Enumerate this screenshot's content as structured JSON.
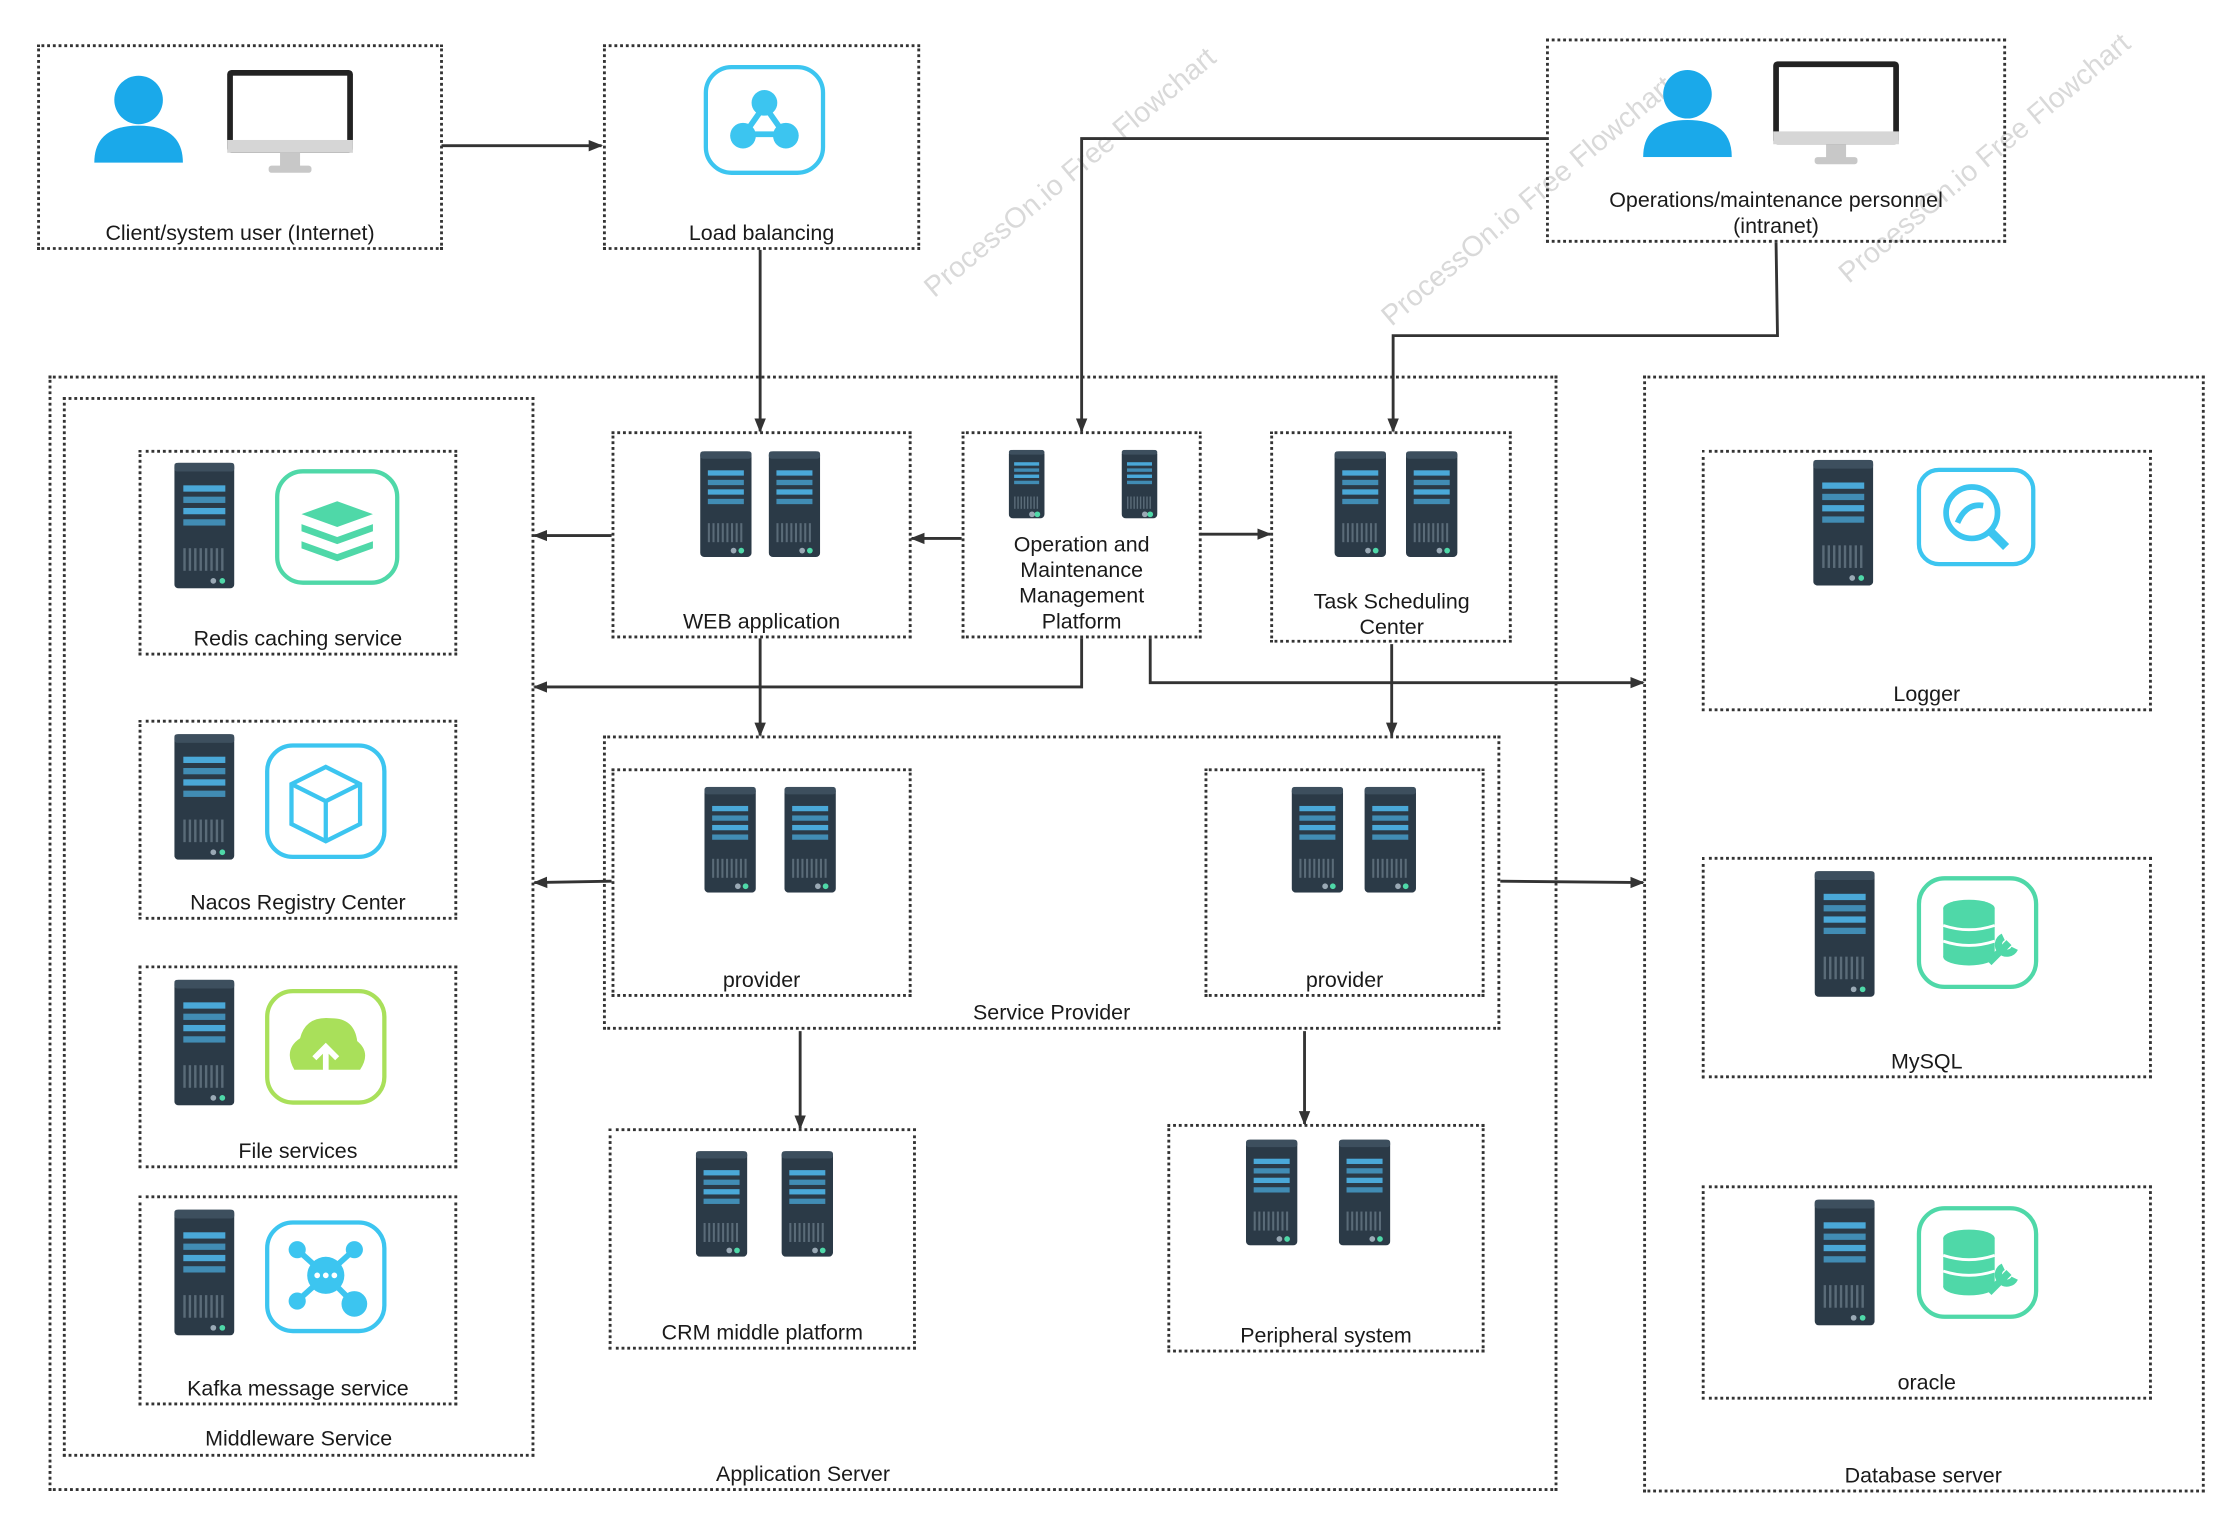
{
  "client": {
    "label": "Client/system user (Internet)"
  },
  "load_balancing": {
    "label": "Load balancing"
  },
  "ops_personnel": {
    "label": "Operations/maintenance personnel (intranet)"
  },
  "web_app": {
    "label": "WEB application"
  },
  "ops_platform": {
    "label": "Operation and Maintenance Management Platform"
  },
  "task_center": {
    "label": "Task Scheduling Center"
  },
  "middleware": {
    "title": "Middleware Service",
    "redis": "Redis caching service",
    "nacos": "Nacos Registry Center",
    "files": "File services",
    "kafka": "Kafka message service"
  },
  "service_provider": {
    "title": "Service Provider",
    "provider_left": "provider",
    "provider_right": "provider"
  },
  "crm": {
    "label": "CRM middle platform"
  },
  "peripheral": {
    "label": "Peripheral system"
  },
  "app_server": {
    "title": "Application Server"
  },
  "db_server": {
    "title": "Database server",
    "logger": "Logger",
    "mysql": "MySQL",
    "oracle": "oracle"
  },
  "watermark": "ProcessOn.io Free Flowchart",
  "colors": {
    "user_blue": "#1aa9ea",
    "server_dark": "#2b3a47",
    "cyan": "#3cc5f0",
    "green": "#4fd8a8",
    "lime": "#a9e05a"
  }
}
